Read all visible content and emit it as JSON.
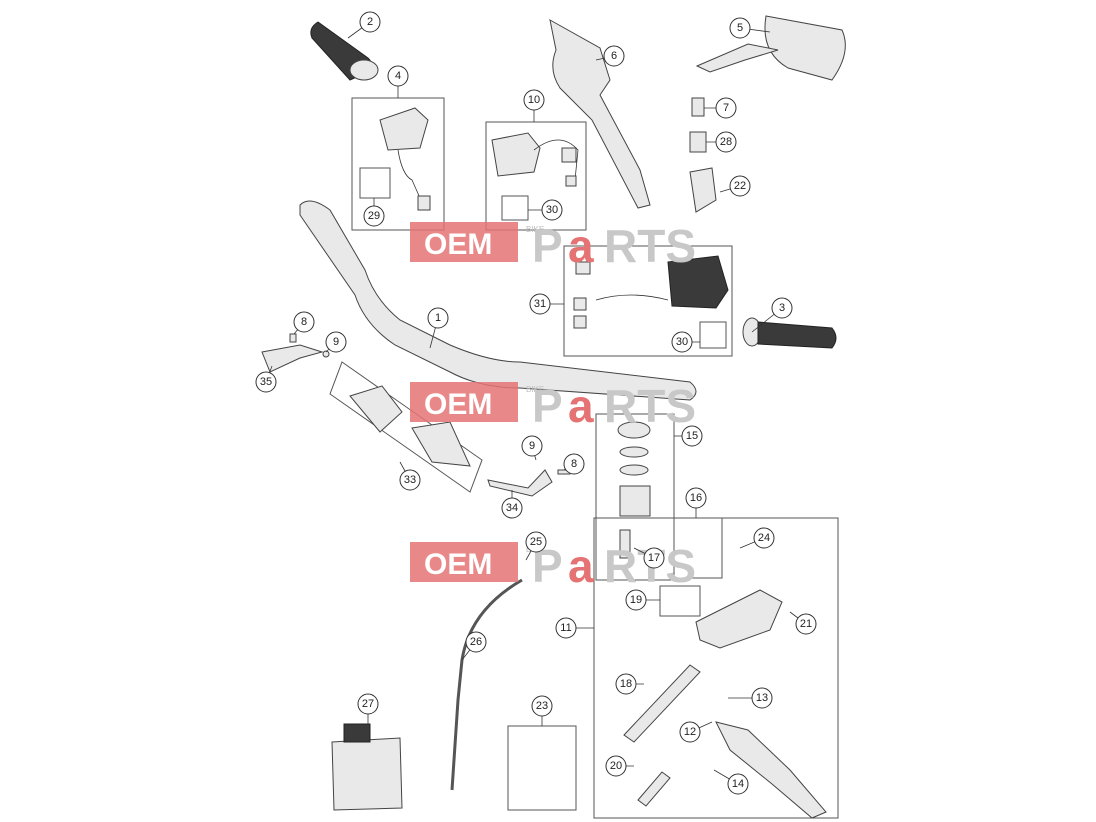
{
  "callouts": {
    "c1": "1",
    "c2": "2",
    "c3": "3",
    "c4": "4",
    "c5": "5",
    "c6": "6",
    "c7": "7",
    "c8a": "8",
    "c8b": "8",
    "c9a": "9",
    "c9b": "9",
    "c10": "10",
    "c11": "11",
    "c12": "12",
    "c13": "13",
    "c14": "14",
    "c15": "15",
    "c16": "16",
    "c17": "17",
    "c18": "18",
    "c19": "19",
    "c20": "20",
    "c21": "21",
    "c22": "22",
    "c23": "23",
    "c24": "24",
    "c25": "25",
    "c26": "26",
    "c27": "27",
    "c28": "28",
    "c29": "29",
    "c30a": "30",
    "c30b": "30",
    "c31": "31",
    "c33": "33",
    "c34": "34",
    "c35": "35"
  },
  "watermark": {
    "brand_left": "OEM",
    "brand_vertical": "BIKE",
    "brand_right_a": "P",
    "brand_right_b": "a",
    "brand_right_c": "RTS"
  },
  "colors": {
    "watermark_red": "#e57373",
    "watermark_grey": "#c8c8c8",
    "line": "#333333"
  }
}
